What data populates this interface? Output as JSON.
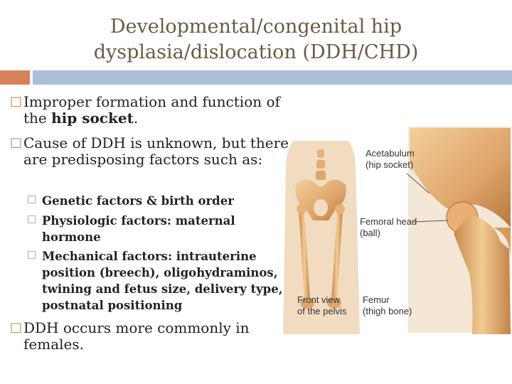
{
  "slide": {
    "title_line1": "Developmental/congenital hip",
    "title_line2": "dysplasia/dislocation (DDH/CHD)",
    "bullets": [
      {
        "text_pre": "Improper formation and function of the ",
        "bold": "hip socket",
        "text_post": "."
      },
      {
        "text": "Cause of DDH is unknown, but there are predisposing factors such as:"
      },
      {
        "text": " DDH occurs more commonly in females."
      }
    ],
    "sub_bullets": [
      "Genetic factors & birth order",
      "Physiologic factors: maternal hormone",
      "Mechanical factors: intrauterine position (breech), oligohydraminos, twining and fetus size, delivery type, postnatal positioning"
    ]
  },
  "figure": {
    "label_acetabulum_1": "Acetabulum",
    "label_acetabulum_2": "(hip socket)",
    "label_femoral_head_1": "Femoral head",
    "label_femoral_head_2": "(ball)",
    "label_front_view_1": "Front view",
    "label_front_view_2": "of the pelvis",
    "label_femur_1": "Femur",
    "label_femur_2": "(thigh bone)"
  },
  "colors": {
    "title": "#6b5a45",
    "accent_orange": "#d9825a",
    "accent_blue": "#a9c0d8",
    "bone": "#e2ad72"
  },
  "icons": {
    "main_bullet": "square-bullet-icon",
    "sub_bullet": "square-bullet-icon"
  }
}
